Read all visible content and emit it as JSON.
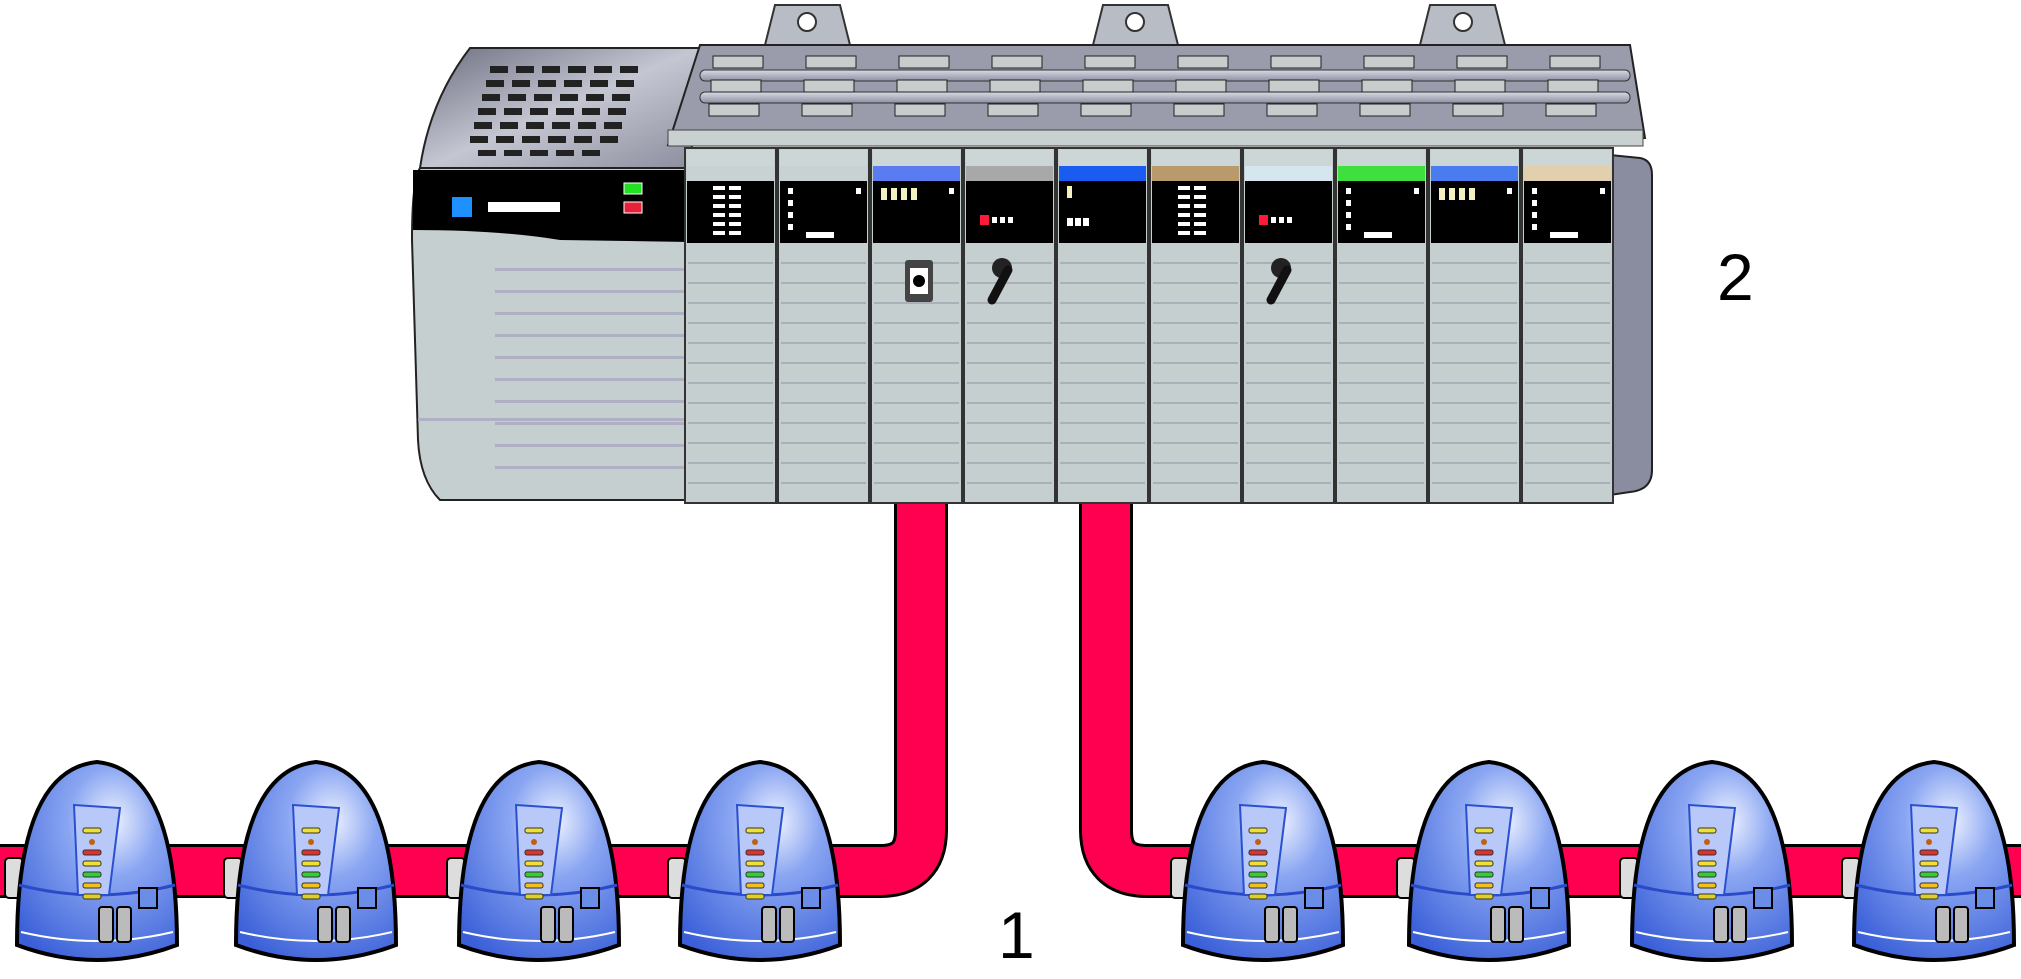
{
  "labels": {
    "network": "1",
    "controller": "2"
  },
  "colors": {
    "cable": "#ff0050",
    "device_body": "#5f86e8",
    "chassis_gray": "#c5cfcf",
    "rail": "#9a9cab"
  },
  "chassis": {
    "modules": [
      {
        "header": "#c8d2d2",
        "type": "ladder"
      },
      {
        "header": "#c8d2d2",
        "type": "dots"
      },
      {
        "header": "#5a7cf0",
        "type": "yellow-leds",
        "icon": "keyswitch"
      },
      {
        "header": "#a8a8a8",
        "type": "red-led",
        "icon": "key"
      },
      {
        "header": "#1a5cf0",
        "type": "leds"
      },
      {
        "header": "#b89a6c",
        "type": "ladder"
      },
      {
        "header": "#d6e6ee",
        "type": "red-led",
        "icon": "key"
      },
      {
        "header": "#3ee03e",
        "type": "dots"
      },
      {
        "header": "#4a7cf0",
        "type": "yellow-leds"
      },
      {
        "header": "#e2cfae",
        "type": "dots"
      }
    ]
  },
  "devices": {
    "left_segment_count": 4,
    "right_segment_count": 4,
    "led_colors": [
      "#f0e030",
      "#e03030",
      "#f0e030",
      "#30d030",
      "#f0c020",
      "#e0d020"
    ]
  }
}
